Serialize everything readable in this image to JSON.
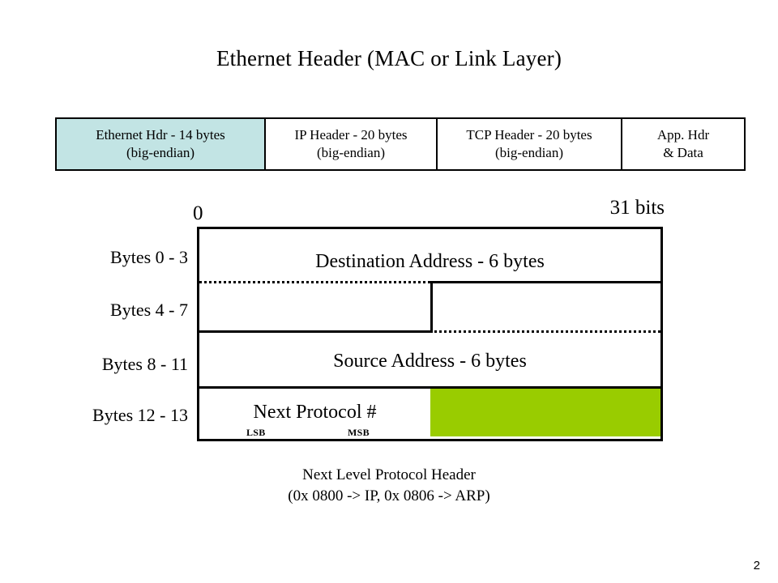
{
  "slide": {
    "title": "Ethernet Header (MAC or Link Layer)",
    "page_number": "2",
    "colors": {
      "highlight_cell": "#c2e4e4",
      "green_block": "#99cc00",
      "line": "#000000",
      "background": "#ffffff"
    }
  },
  "protocol_stack": {
    "cells": [
      {
        "line1": "Ethernet Hdr - 14 bytes",
        "line2": "(big-endian)",
        "highlighted": true
      },
      {
        "line1": "IP Header - 20 bytes",
        "line2": "(big-endian)",
        "highlighted": false
      },
      {
        "line1": "TCP Header - 20 bytes",
        "line2": "(big-endian)",
        "highlighted": false
      },
      {
        "line1": "App. Hdr",
        "line2": "& Data",
        "highlighted": false
      }
    ]
  },
  "bit_scale": {
    "start": "0",
    "end": "31 bits"
  },
  "row_labels": [
    "Bytes  0 - 3",
    "Bytes  4 - 7",
    "Bytes  8 - 11",
    "Bytes 12 - 13"
  ],
  "header_fields": {
    "destination_address": "Destination Address - 6 bytes",
    "source_address": "Source Address - 6 bytes",
    "next_protocol": "Next Protocol #",
    "lsb_label": "LSB",
    "msb_label": "MSB"
  },
  "caption": {
    "line1": "Next Level Protocol Header",
    "line2": "(0x 0800 -> IP,  0x 0806 -> ARP)"
  }
}
